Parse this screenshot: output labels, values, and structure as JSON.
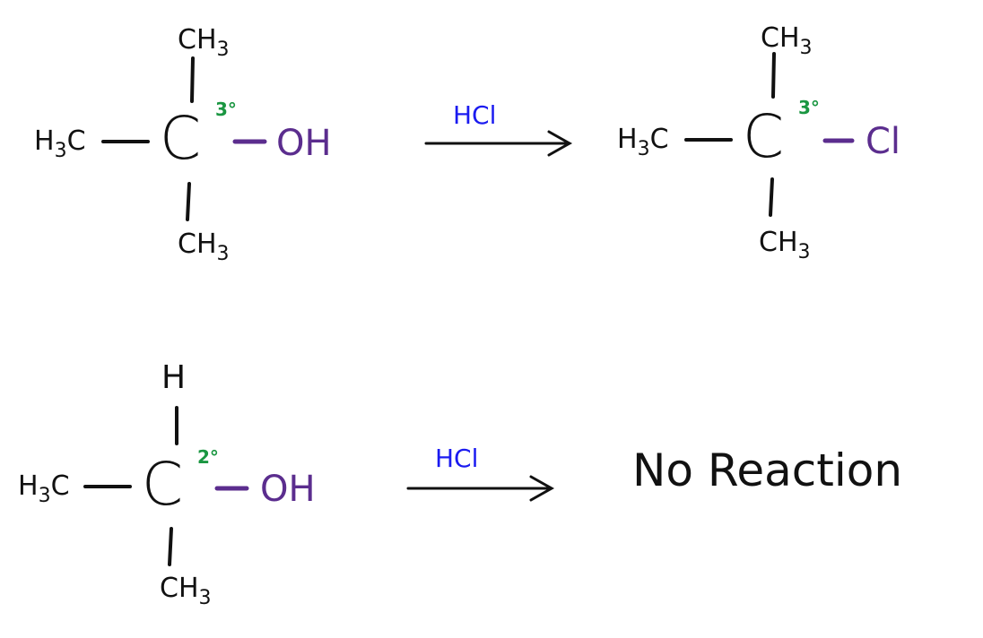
{
  "reactions": [
    {
      "reactant": {
        "top": "CH3",
        "left": "H3C",
        "center": "C",
        "degree": "3°",
        "bottom": "CH3",
        "substituent": "OH"
      },
      "reagent": "HCl",
      "product": {
        "top": "CH3",
        "left": "H3C",
        "center": "C",
        "degree": "3°",
        "bottom": "CH3",
        "substituent": "Cl"
      }
    },
    {
      "reactant": {
        "top": "H",
        "left": "H3C",
        "center": "C",
        "degree": "2°",
        "bottom": "CH3",
        "substituent": "OH"
      },
      "reagent": "HCl",
      "result": "No Reaction"
    }
  ],
  "colors": {
    "bond": "#111111",
    "substituent": "#5b2d8e",
    "degree": "#1a9641",
    "reagent": "#1b1bf0"
  }
}
